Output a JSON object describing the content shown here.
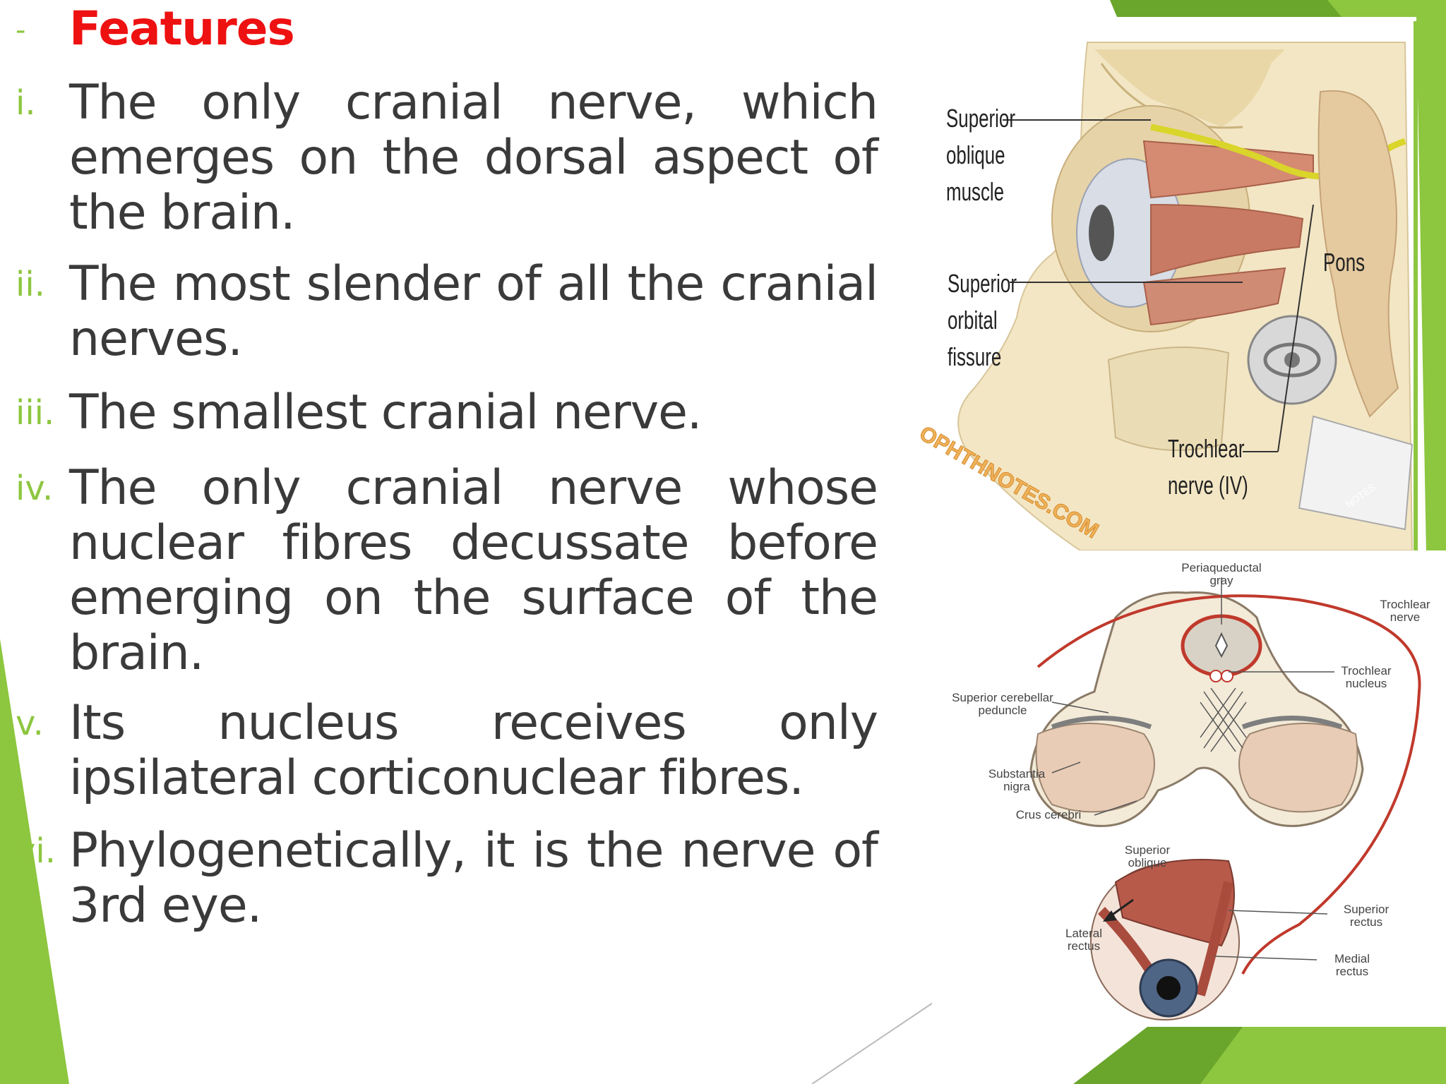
{
  "heading": {
    "dash": "-",
    "title": "Features"
  },
  "items": [
    {
      "marker": "i.",
      "text": "The only cranial nerve, which emerges on the dorsal aspect of the brain."
    },
    {
      "marker": "ii.",
      "text": "The most slender of all the cranial nerves."
    },
    {
      "marker": "iii.",
      "text": "The smallest cranial nerve."
    },
    {
      "marker": "iv.",
      "text": "The only cranial nerve whose nuclear fibres decussate before emerging on the surface of the brain."
    },
    {
      "marker": "v.",
      "text": "Its nucleus receives only ipsilateral corticonuclear fibres."
    },
    {
      "marker": "vi.",
      "text": "Phylogenetically, it is the nerve of 3rd eye."
    }
  ],
  "figure_top": {
    "labels": {
      "superior_oblique": "Superior\noblique\nmuscle",
      "superior_orbital": "Superior\norbital\nfissure",
      "pons": "Pons",
      "trochlear": "Trochlear\nnerve (IV)",
      "watermark": "OPHTHNOTES.COM",
      "notes_tag": "NOTES"
    }
  },
  "figure_bottom": {
    "labels": {
      "periaqueductal": "Periaqueductal\ngray",
      "trochlear_nerve": "Trochlear\nnerve",
      "trochlear_nucleus": "Trochlear\nnucleus",
      "sup_cerebellar": "Superior cerebellar\npeduncle",
      "substantia": "Substantia\nnigra",
      "crus": "Crus cerebri",
      "superior_oblique": "Superior\noblique",
      "superior_rectus": "Superior\nrectus",
      "lateral_rectus": "Lateral\nrectus",
      "medial_rectus": "Medial\nrectus"
    }
  },
  "colors": {
    "accent_green": "#8dc63f",
    "dark_green": "#6aa52c",
    "heading_red": "#ee1111",
    "body_text": "#3a3a3a"
  }
}
